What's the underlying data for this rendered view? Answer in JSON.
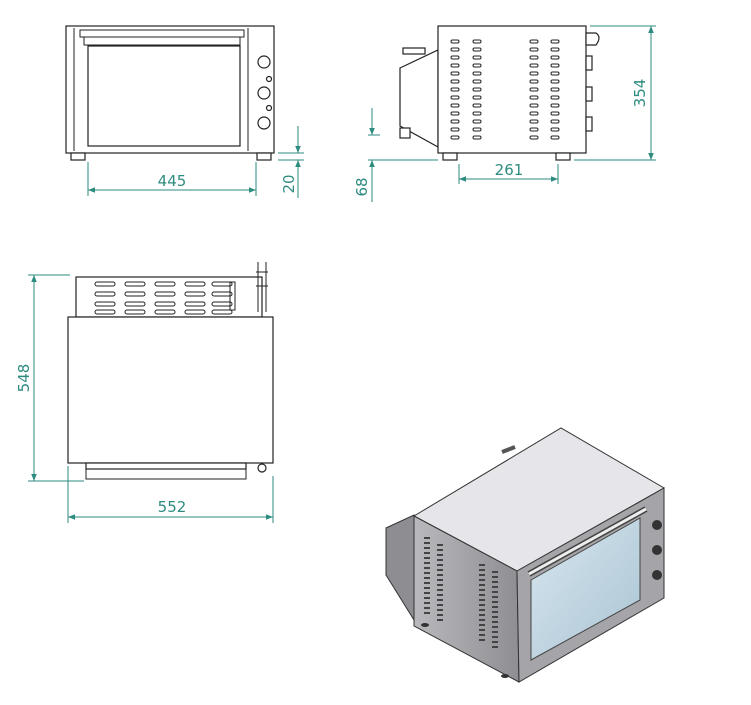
{
  "dimensions": {
    "front_width": "445",
    "foot_height": "20",
    "side_clearance": "68",
    "side_feet_spacing": "261",
    "height": "354",
    "depth": "548",
    "overall_width": "552"
  },
  "colors": {
    "dimension": "#2e8b80",
    "outline": "#222222"
  }
}
